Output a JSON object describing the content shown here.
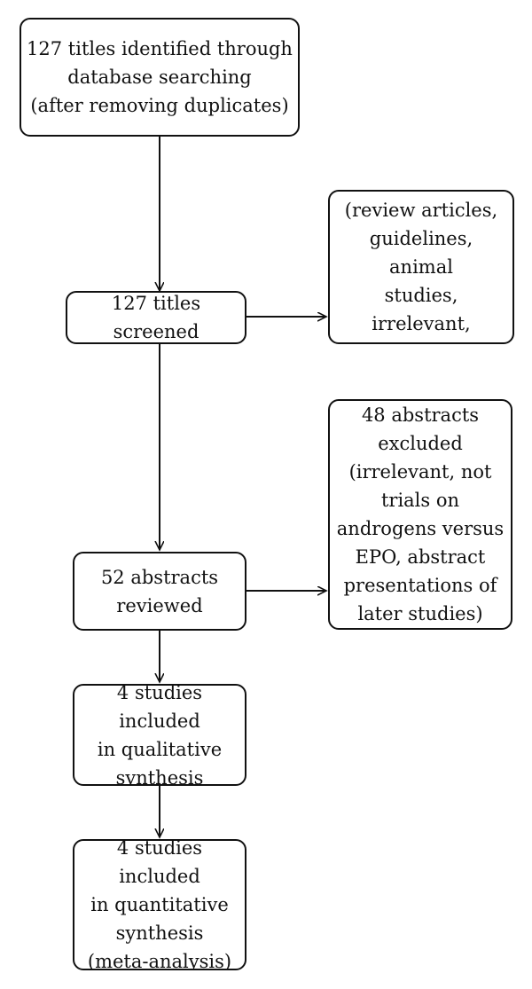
{
  "flowchart": {
    "identified": "127 titles identified through\ndatabase searching\n(after removing duplicates)",
    "screened": "127 titles screened",
    "titles_excluded": "75 titles excluded\n(review articles,\nguidelines, animal\nstudies, irrelevant,\netc.)",
    "abstracts_reviewed": "52 abstracts\nreviewed",
    "abstracts_excluded": "48 abstracts\nexcluded\n(irrelevant, not\ntrials on\nandrogens versus\nEPO, abstract\npresentations of\nlater studies)",
    "qualitative": "4 studies included\nin qualitative\nsynthesis",
    "quantitative": "4 studies included\nin quantitative\nsynthesis\n(meta-analysis)"
  },
  "colors": {
    "stroke": "#111111",
    "background": "#ffffff"
  }
}
